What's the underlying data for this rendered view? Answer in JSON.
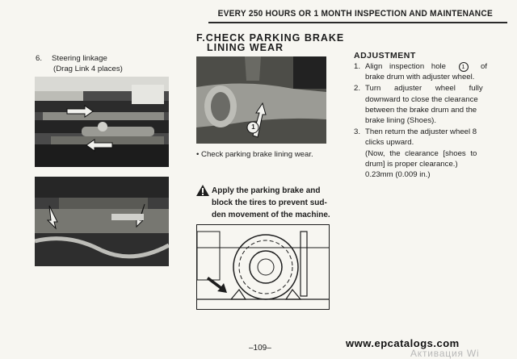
{
  "header": {
    "title": "EVERY 250 HOURS OR 1 MONTH INSPECTION AND MAINTENANCE"
  },
  "left": {
    "item_number": "6.",
    "item_title": "Steering linkage",
    "item_subtitle": "(Drag Link 4 places)"
  },
  "middle": {
    "section_title_line1": "F.CHECK PARKING BRAKE",
    "section_title_line2": "LINING WEAR",
    "photo_callout": "1",
    "photo_caption": "• Check parking brake lining wear.",
    "warning_line1": "Apply the parking brake and",
    "warning_line2": "block the tires to prevent sud-",
    "warning_line3": "den movement of the machine."
  },
  "right": {
    "adjustment_title": "ADJUSTMENT",
    "steps": [
      {
        "num": "1.",
        "line1_a": "Align inspection hole",
        "callout": "1",
        "line1_b": "of",
        "line2": "brake drum with adjuster wheel."
      },
      {
        "num": "2.",
        "line1": "Turn adjuster wheel fully",
        "line2": "downward to close the clearance",
        "line3": "between the brake drum and the",
        "line4": "brake lining (Shoes)."
      },
      {
        "num": "3.",
        "line1": "Then return the adjuster wheel 8",
        "line2": "clicks upward.",
        "line3": "(Now, the clearance [shoes to",
        "line4": "drum] is proper clearance.)",
        "line5": "0.23mm (0.009 in.)"
      }
    ]
  },
  "footer": {
    "page_number": "–109–",
    "website": "www.epcatalogs.com",
    "watermark": "Активация Wi"
  }
}
